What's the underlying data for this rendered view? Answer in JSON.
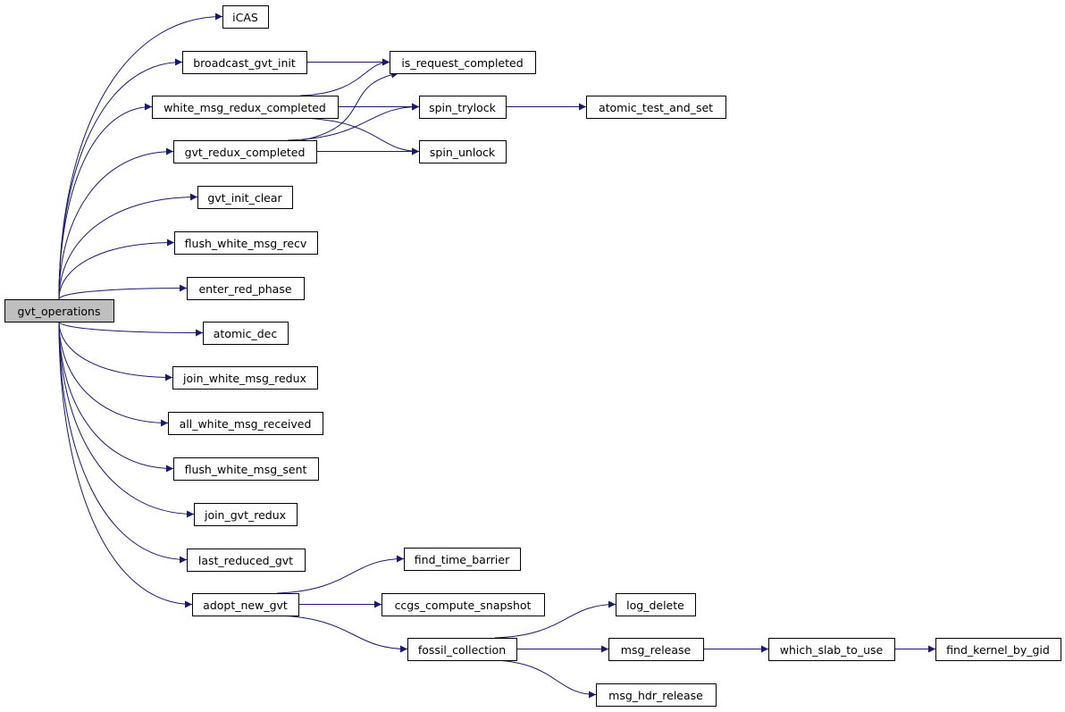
{
  "root": "gvt_operations",
  "nodes": [
    "gvt_operations",
    "iCAS",
    "broadcast_gvt_init",
    "white_msg_redux_completed",
    "gvt_redux_completed",
    "gvt_init_clear",
    "flush_white_msg_recv",
    "enter_red_phase",
    "atomic_dec",
    "join_white_msg_redux",
    "all_white_msg_received",
    "flush_white_msg_sent",
    "join_gvt_redux",
    "last_reduced_gvt",
    "adopt_new_gvt",
    "is_request_completed",
    "spin_trylock",
    "spin_unlock",
    "atomic_test_and_set",
    "find_time_barrier",
    "ccgs_compute_snapshot",
    "fossil_collection",
    "log_delete",
    "msg_release",
    "msg_hdr_release",
    "which_slab_to_use",
    "find_kernel_by_gid"
  ],
  "edges": [
    [
      "gvt_operations",
      "iCAS"
    ],
    [
      "gvt_operations",
      "broadcast_gvt_init"
    ],
    [
      "gvt_operations",
      "white_msg_redux_completed"
    ],
    [
      "gvt_operations",
      "gvt_redux_completed"
    ],
    [
      "gvt_operations",
      "gvt_init_clear"
    ],
    [
      "gvt_operations",
      "flush_white_msg_recv"
    ],
    [
      "gvt_operations",
      "enter_red_phase"
    ],
    [
      "gvt_operations",
      "atomic_dec"
    ],
    [
      "gvt_operations",
      "join_white_msg_redux"
    ],
    [
      "gvt_operations",
      "all_white_msg_received"
    ],
    [
      "gvt_operations",
      "flush_white_msg_sent"
    ],
    [
      "gvt_operations",
      "join_gvt_redux"
    ],
    [
      "gvt_operations",
      "last_reduced_gvt"
    ],
    [
      "gvt_operations",
      "adopt_new_gvt"
    ],
    [
      "broadcast_gvt_init",
      "is_request_completed"
    ],
    [
      "white_msg_redux_completed",
      "is_request_completed"
    ],
    [
      "white_msg_redux_completed",
      "spin_trylock"
    ],
    [
      "white_msg_redux_completed",
      "spin_unlock"
    ],
    [
      "gvt_redux_completed",
      "is_request_completed"
    ],
    [
      "gvt_redux_completed",
      "spin_trylock"
    ],
    [
      "gvt_redux_completed",
      "spin_unlock"
    ],
    [
      "spin_trylock",
      "atomic_test_and_set"
    ],
    [
      "adopt_new_gvt",
      "find_time_barrier"
    ],
    [
      "adopt_new_gvt",
      "ccgs_compute_snapshot"
    ],
    [
      "adopt_new_gvt",
      "fossil_collection"
    ],
    [
      "fossil_collection",
      "log_delete"
    ],
    [
      "fossil_collection",
      "msg_release"
    ],
    [
      "fossil_collection",
      "msg_hdr_release"
    ],
    [
      "msg_release",
      "which_slab_to_use"
    ],
    [
      "which_slab_to_use",
      "find_kernel_by_gid"
    ]
  ]
}
